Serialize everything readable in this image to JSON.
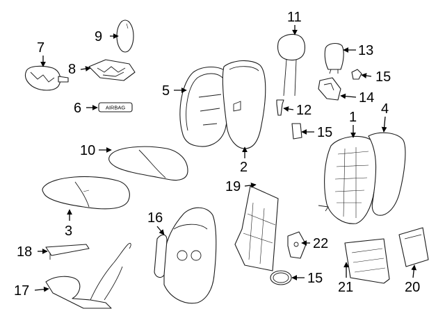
{
  "callouts": {
    "c1": "1",
    "c2": "2",
    "c3": "3",
    "c4": "4",
    "c5": "5",
    "c6": "6",
    "c7": "7",
    "c8": "8",
    "c9": "9",
    "c10": "10",
    "c11": "11",
    "c12": "12",
    "c13": "13",
    "c14": "14",
    "c15a": "15",
    "c15b": "15",
    "c15c": "15",
    "c16": "16",
    "c17": "17",
    "c18": "18",
    "c19": "19",
    "c20": "20",
    "c21": "21",
    "c22": "22"
  },
  "airbag_tag": "AIRBAG",
  "colors": {
    "line": "#1a1a1a",
    "background": "#ffffff"
  }
}
